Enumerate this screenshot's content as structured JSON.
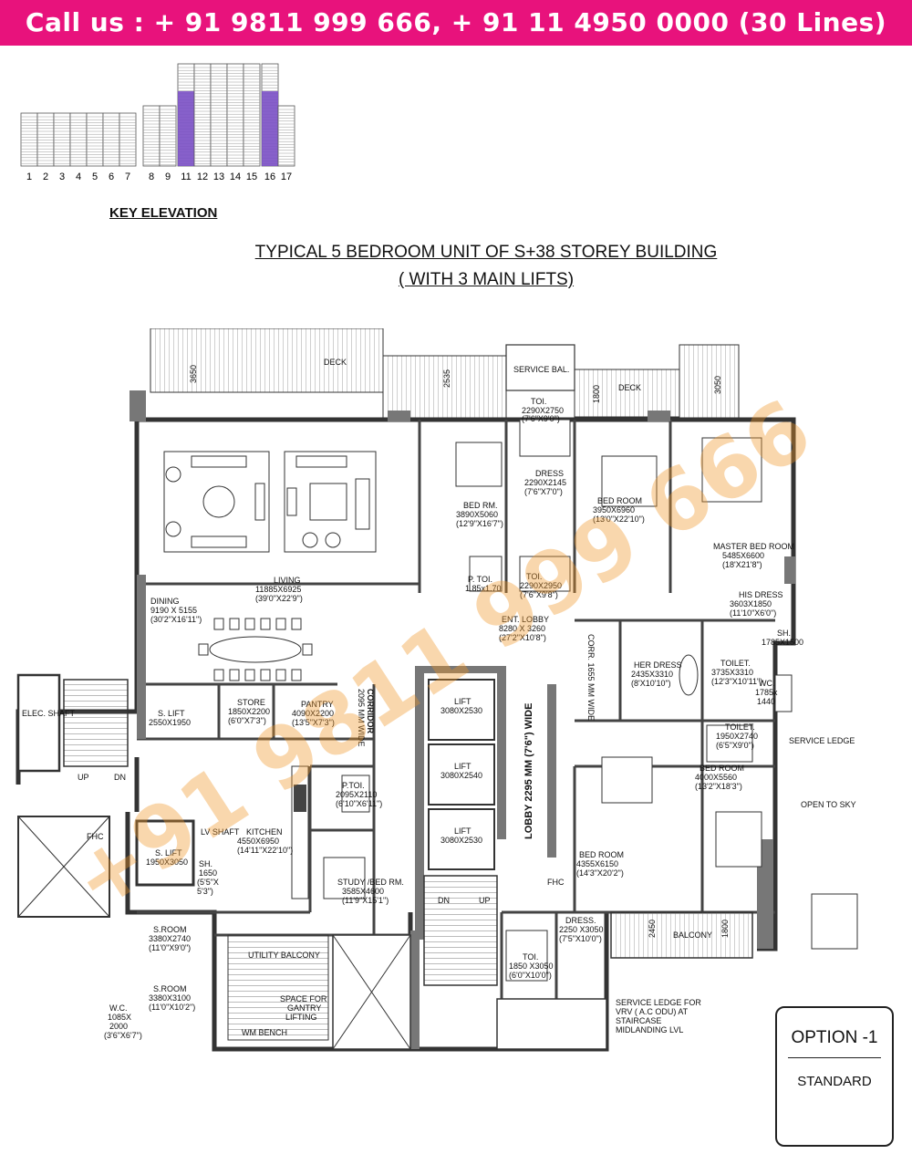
{
  "banner": {
    "text": "Call us : + 91 9811 999 666, + 91 11 4950 0000 (30 Lines)"
  },
  "key_elevation": {
    "label": "KEY ELEVATION",
    "towers": [
      "1",
      "2",
      "3",
      "4",
      "5",
      "6",
      "7",
      "8",
      "9",
      "11",
      "12",
      "13",
      "14",
      "15",
      "16",
      "17"
    ],
    "highlighted": [
      "11",
      "16"
    ],
    "highlight_color": "#7a4fc4"
  },
  "title": {
    "line1": "TYPICAL 5 BEDROOM UNIT OF S+38  STOREY BUILDING",
    "line2": "( WITH 3 MAIN LIFTS)"
  },
  "rooms": {
    "deck1": "DECK",
    "deck1_dim1": "3650",
    "deck1_dim2": "2535",
    "service_bal": "SERVICE BAL.",
    "deck2": "DECK",
    "deck2_dim1": "1800",
    "deck2_dim2": "3050",
    "toi_top": "TOI.",
    "toi_top_size": "2290X2750",
    "toi_top_ft": "(7'6\"X9'0\")",
    "dress_top": "DRESS",
    "dress_top_size": "2290X2145",
    "dress_top_ft": "(7'6\"X7'0\")",
    "bed_rm": "BED RM.",
    "bed_rm_size": "3890X5060",
    "bed_rm_ft": "(12'9\"X16'7\")",
    "bed_room_top": "BED ROOM",
    "bed_room_top_size": "3950X6960",
    "bed_room_top_ft": "(13'0\"X22'10\")",
    "master_bed": "MASTER BED ROOM",
    "master_bed_size": "5485X6600",
    "master_bed_ft": "(18'X21'8\")",
    "his_dress": "HIS DRESS",
    "his_dress_size": "3603X1850",
    "his_dress_ft": "(11'10\"X6'0\")",
    "living": "LIVING",
    "living_size": "11885X6925",
    "living_ft": "(39'0\"X22'9\")",
    "p_toi_top": "P. TOI.",
    "p_toi_top_size": "1.85x1.70",
    "toi_mid": "TOI.",
    "toi_mid_size": "2290X2950",
    "toi_mid_ft": "(7'6\"X9'8\")",
    "ent_lobby": "ENT. LOBBY",
    "ent_lobby_size": "8280 X 3260",
    "ent_lobby_ft": "(27'2\"X10'8\")",
    "dining": "DINING",
    "dining_size": "9190 X 5155",
    "dining_ft": "(30'2\"X16'11\")",
    "sh_top": "SH.",
    "sh_top_size": "1785X1500",
    "her_dress": "HER DRESS",
    "her_dress_size": "2435X3310",
    "her_dress_ft": "(8'X10'10\")",
    "toilet_master": "TOILET.",
    "toilet_master_size": "3735X3310",
    "toilet_master_ft": "(12'3\"X10'11\")",
    "wc_master": "WC.",
    "wc_master_size": "1785x",
    "wc_master_size2": "1440",
    "elec_shaft": "ELEC. SHAFT",
    "s_lift_top": "S. LIFT",
    "s_lift_top_size": "2550X1950",
    "store": "STORE",
    "store_size": "1850X2200",
    "store_ft": "(6'0\"X7'3\")",
    "pantry": "PANTRY",
    "pantry_size": "4090X2200",
    "pantry_ft": "(13'5\"X7'3\")",
    "corridor": "CORRIDOR",
    "corridor_width": "2095 MM WIDE",
    "lift1": "LIFT",
    "lift1_size": "3080X2530",
    "lift2": "LIFT",
    "lift2_size": "3080X2540",
    "lift3": "LIFT",
    "lift3_size": "3080X2530",
    "lobby": "LOBBY 2295 MM (7'6\") WIDE",
    "corr": "CORR. 1655 MM WIDE",
    "toilet_b": "TOILET.",
    "toilet_b_size": "1950X2740",
    "toilet_b_ft": "(6'5\"X9'0\")",
    "service_ledge": "SERVICE LEDGE",
    "bed_room_r": "BED ROOM",
    "bed_room_r_size": "4000X5560",
    "bed_room_r_ft": "(13'2\"X18'3\")",
    "open_to_sky": "OPEN TO SKY",
    "up1": "UP",
    "dn1": "DN",
    "fhc1": "FHC",
    "s_lift_b": "S. LIFT",
    "s_lift_b_size": "1950X3050",
    "lv_shaft": "LV SHAFT",
    "sh_b": "SH.",
    "sh_b_size": "1650",
    "sh_b_ft": "(5'5\"X",
    "sh_b_ft2": "5'3\")",
    "kitchen": "KITCHEN",
    "kitchen_size": "4550X6950",
    "kitchen_ft": "(14'11\"X22'10\")",
    "p_toi": "P.TOI.",
    "p_toi_size": "2095X2110",
    "p_toi_ft": "(6'10\"X6'11\")",
    "study": "STUDY /BED RM.",
    "study_size": "3585X4600",
    "study_ft": "(11'9\"X15'1\")",
    "bed_room_c": "BED ROOM",
    "bed_room_c_size": "4355X6150",
    "bed_room_c_ft": "(14'3\"X20'2\")",
    "fhc2": "FHC",
    "dn2": "DN",
    "up2": "UP",
    "dress_b": "DRESS.",
    "dress_b_size": "2250 X3050",
    "dress_b_ft": "(7'5\"X10'0\")",
    "toi_b": "TOI.",
    "toi_b_size": "1850 X3050",
    "toi_b_ft": "(6'0\"X10'0\")",
    "balcony": "BALCONY",
    "balcony_dim1": "2450",
    "balcony_dim2": "1800",
    "s_room1": "S.ROOM",
    "s_room1_size": "3380X2740",
    "s_room1_ft": "(11'0\"X9'0\")",
    "s_room2": "S.ROOM",
    "s_room2_size": "3380X3100",
    "s_room2_ft": "(11'0\"X10'2\")",
    "wc_b": "W.C.",
    "wc_b_size": "1085X",
    "wc_b_size2": "2000",
    "wc_b_ft": "(3'6\"X6'7\")",
    "utility": "UTILITY BALCONY",
    "wm_bench": "WM BENCH",
    "gantry": "SPACE FOR",
    "gantry2": "GANTRY",
    "gantry3": "LIFTING",
    "vrv1": "SERVICE LEDGE FOR",
    "vrv2": "VRV ( A.C ODU)  AT",
    "vrv3": "STAIRCASE",
    "vrv4": "MIDLANDING LVL"
  },
  "option": {
    "title": "OPTION -1",
    "subtitle": "STANDARD"
  },
  "watermark": {
    "text": "+91 9811 999 666"
  }
}
